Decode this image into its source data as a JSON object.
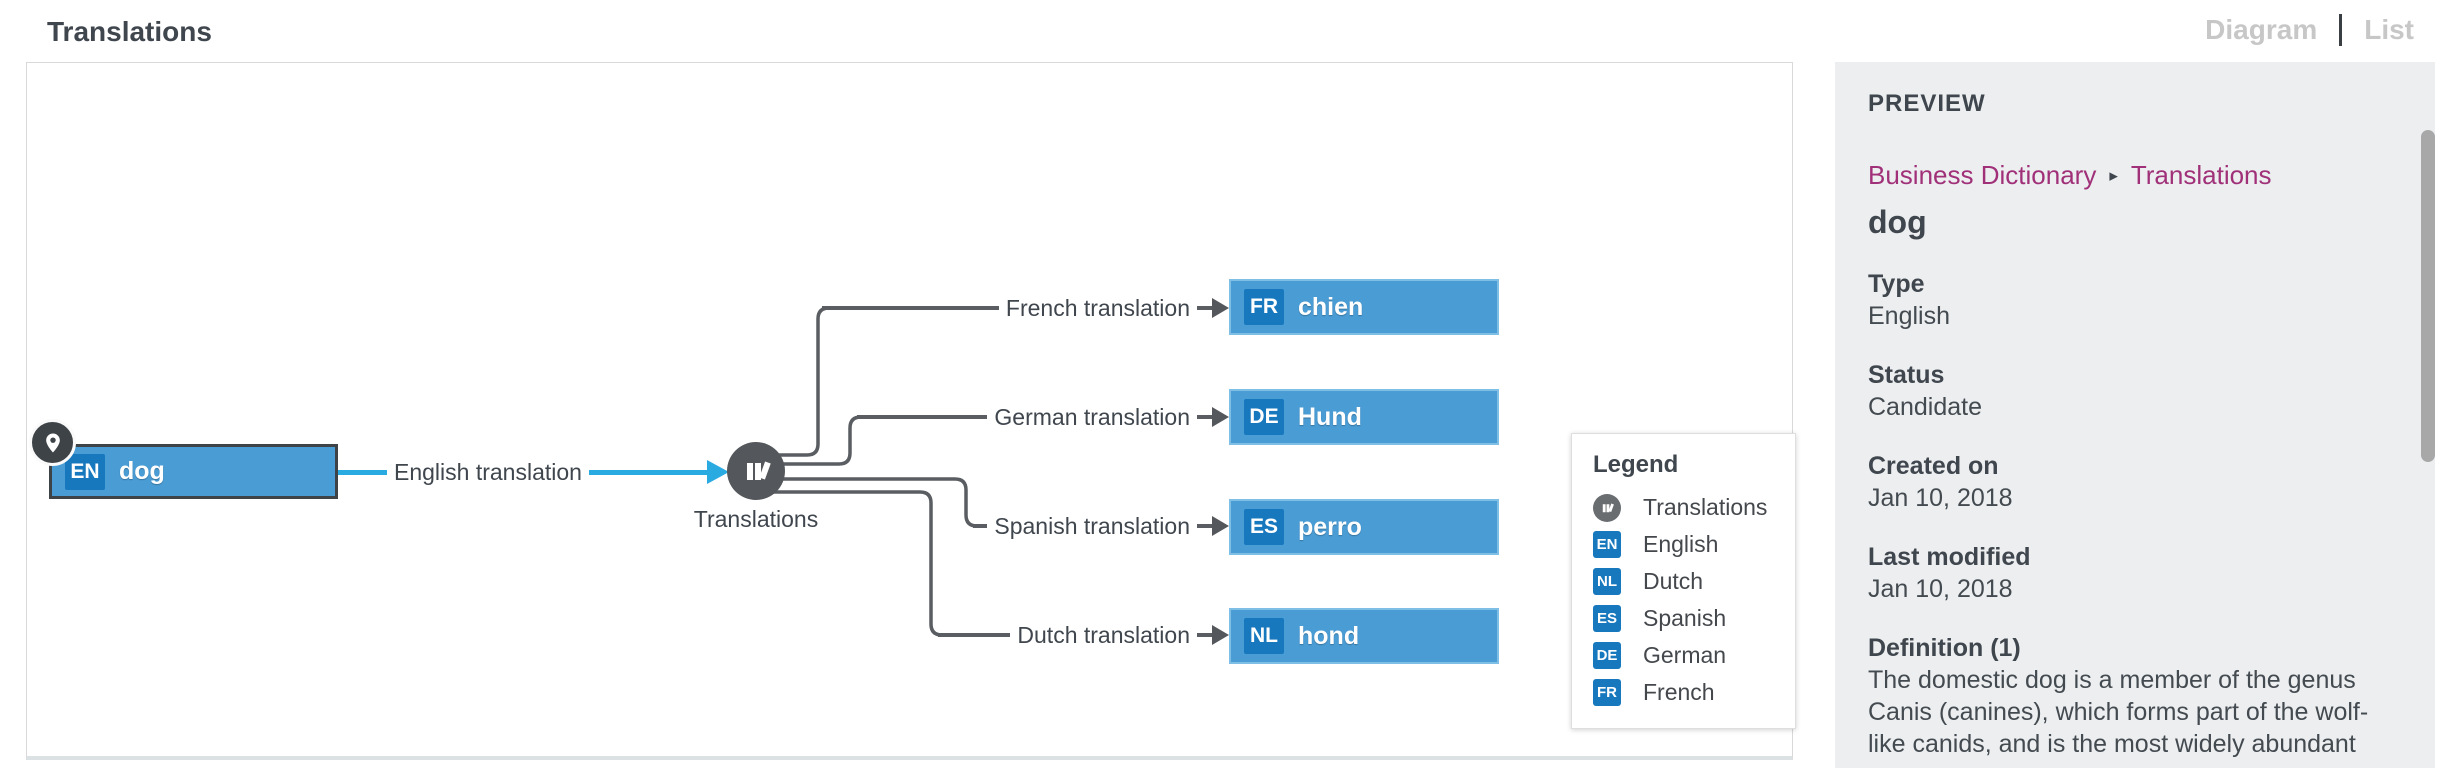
{
  "header": {
    "title": "Translations",
    "view_toggle": {
      "diagram": "Diagram",
      "list": "List"
    }
  },
  "diagram": {
    "source_node": {
      "badge": "EN",
      "label": "dog"
    },
    "source_edge_label": "English translation",
    "hub": {
      "label": "Translations"
    },
    "targets": [
      {
        "edge_label": "French translation",
        "badge": "FR",
        "label": "chien"
      },
      {
        "edge_label": "German translation",
        "badge": "DE",
        "label": "Hund"
      },
      {
        "edge_label": "Spanish translation",
        "badge": "ES",
        "label": "perro"
      },
      {
        "edge_label": "Dutch translation",
        "badge": "NL",
        "label": "hond"
      }
    ],
    "legend": {
      "title": "Legend",
      "items": [
        {
          "icon": "translations-books-icon",
          "label": "Translations"
        },
        {
          "badge": "EN",
          "label": "English"
        },
        {
          "badge": "NL",
          "label": "Dutch"
        },
        {
          "badge": "ES",
          "label": "Spanish"
        },
        {
          "badge": "DE",
          "label": "German"
        },
        {
          "badge": "FR",
          "label": "French"
        }
      ]
    }
  },
  "preview": {
    "heading": "PREVIEW",
    "breadcrumb": {
      "parent": "Business Dictionary",
      "separator": "▸",
      "current": "Translations"
    },
    "title": "dog",
    "fields": [
      {
        "label": "Type",
        "value": "English"
      },
      {
        "label": "Status",
        "value": "Candidate"
      },
      {
        "label": "Created on",
        "value": "Jan 10, 2018"
      },
      {
        "label": "Last modified",
        "value": "Jan 10, 2018"
      },
      {
        "label": "Definition (1)",
        "value": "The domestic dog is a member of the genus Canis (canines), which forms part of the wolf-like canids, and is the most widely abundant"
      }
    ]
  },
  "colors": {
    "node_blue": "#4A9CD4",
    "badge_blue": "#1878BE",
    "edge_blue": "#29ABE2",
    "edge_gray": "#5A5E62",
    "hub_gray": "#54575B",
    "breadcrumb_magenta": "#A03179",
    "sidebar_bg": "#ECEEF0"
  }
}
